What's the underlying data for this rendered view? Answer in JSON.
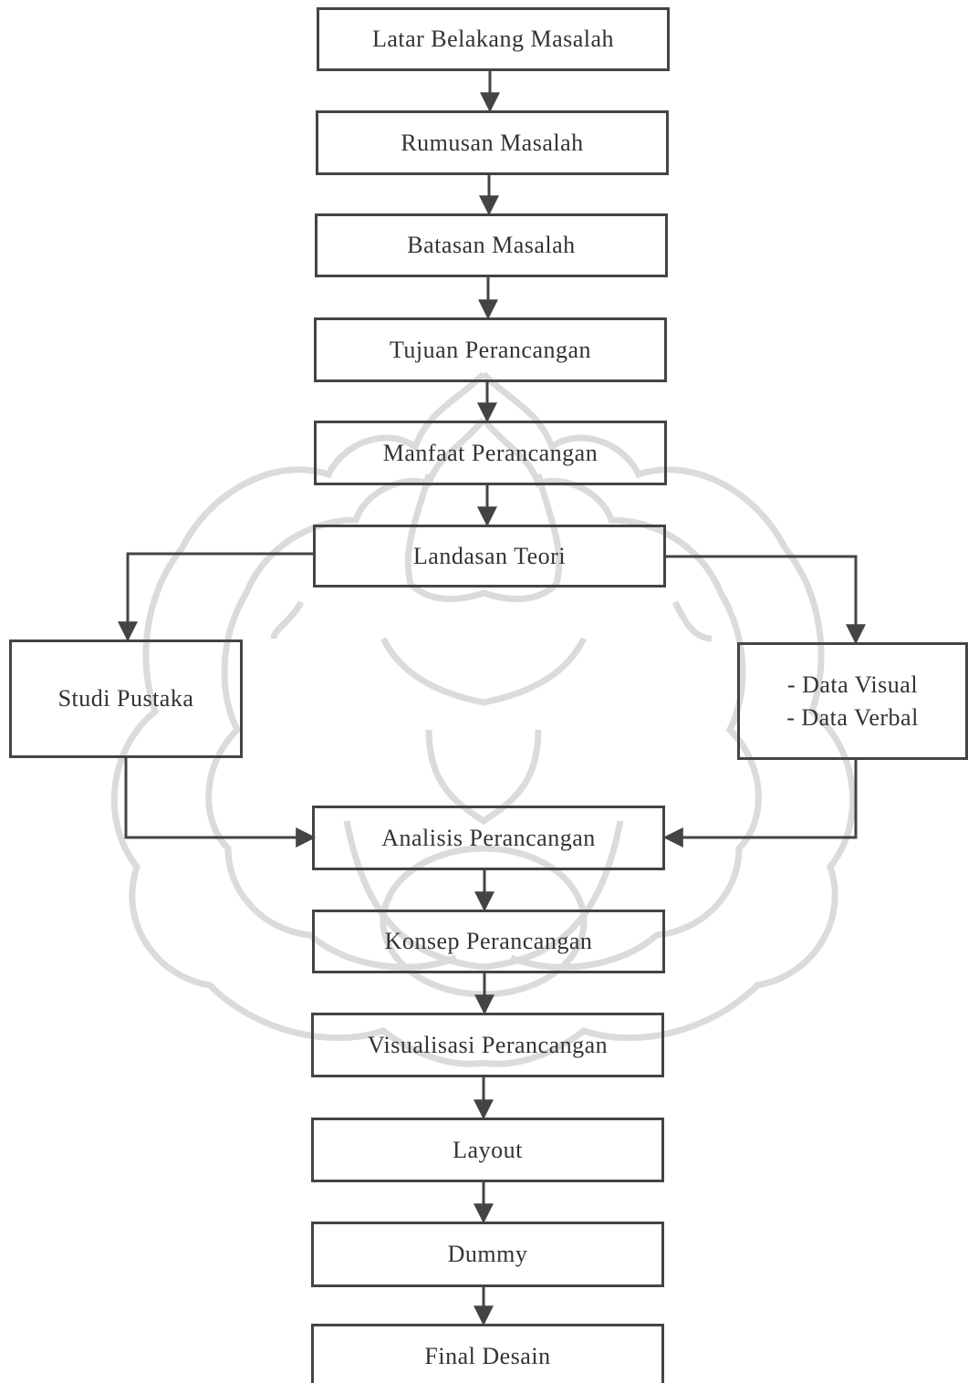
{
  "colors": {
    "line": "#444444",
    "text": "#333333",
    "watermark": "#cfcfcf"
  },
  "watermark": {
    "icon": "university-seal-watermark"
  },
  "nodes": {
    "latar": "Latar Belakang Masalah",
    "rumusan": "Rumusan Masalah",
    "batasan": "Batasan Masalah",
    "tujuan": "Tujuan Perancangan",
    "manfaat": "Manfaat Perancangan",
    "landasan": "Landasan Teori",
    "studi": "Studi Pustaka",
    "data_visual": "- Data Visual",
    "data_verbal": "- Data Verbal",
    "analisis": "Analisis Perancangan",
    "konsep": "Konsep Perancangan",
    "visualisasi": "Visualisasi Perancangan",
    "layout": "Layout",
    "dummy": "Dummy",
    "final": "Final Desain"
  },
  "edges": [
    [
      "latar",
      "rumusan"
    ],
    [
      "rumusan",
      "batasan"
    ],
    [
      "batasan",
      "tujuan"
    ],
    [
      "tujuan",
      "manfaat"
    ],
    [
      "manfaat",
      "landasan"
    ],
    [
      "landasan",
      "studi"
    ],
    [
      "landasan",
      "data"
    ],
    [
      "studi",
      "analisis"
    ],
    [
      "data",
      "analisis"
    ],
    [
      "analisis",
      "konsep"
    ],
    [
      "konsep",
      "visualisasi"
    ],
    [
      "visualisasi",
      "layout"
    ],
    [
      "layout",
      "dummy"
    ],
    [
      "dummy",
      "final"
    ]
  ]
}
